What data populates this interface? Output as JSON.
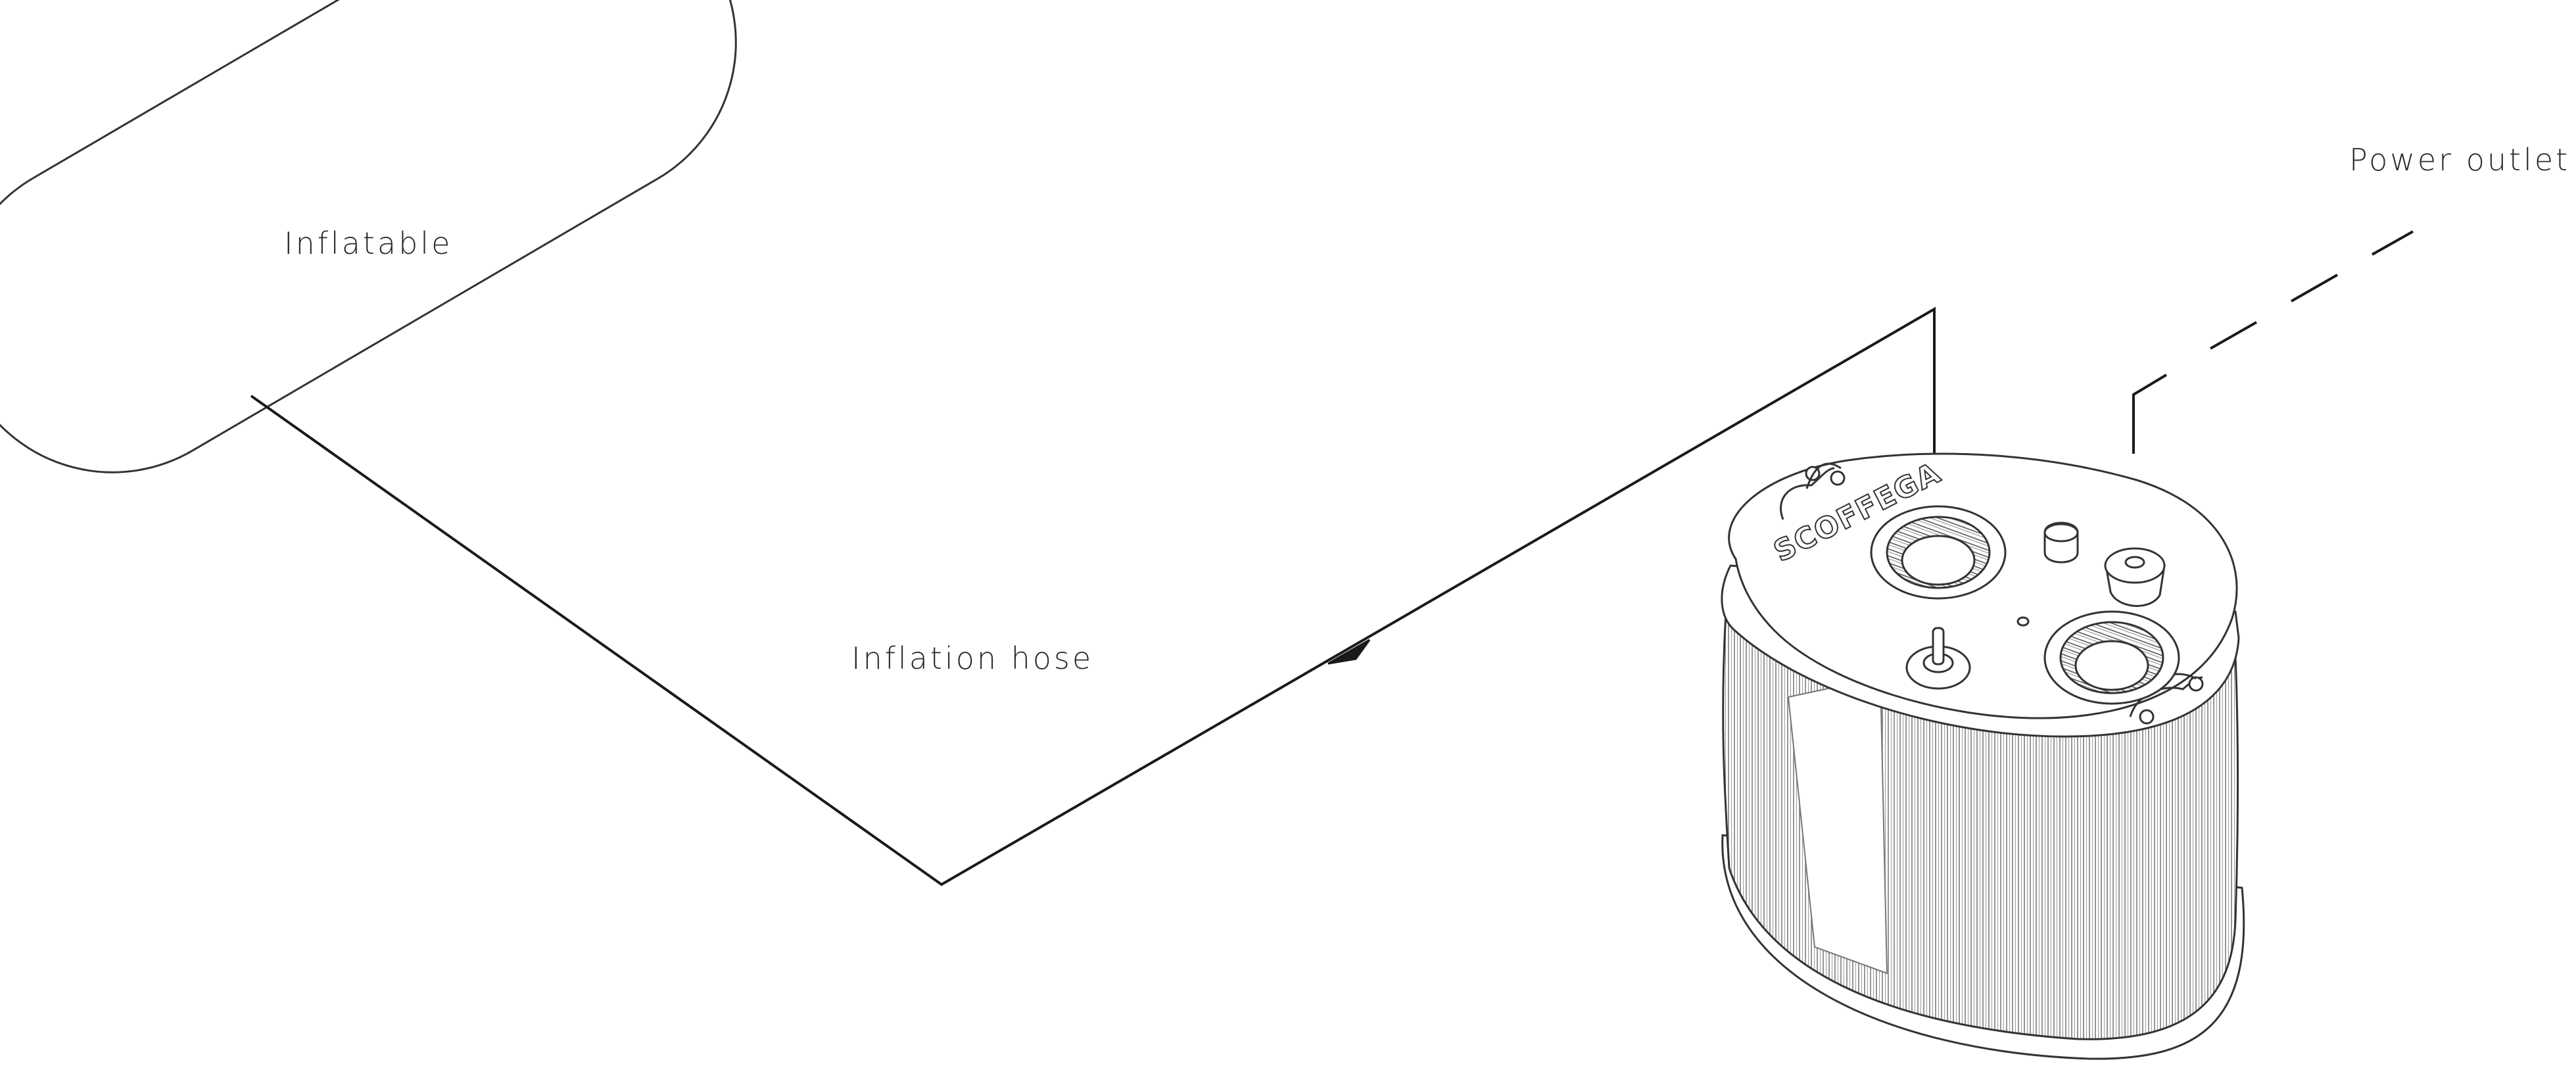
{
  "labels": {
    "inflatable": "Inflatable",
    "inflation_hose": "Inflation hose",
    "power_outlet": "Power outlet"
  },
  "device": {
    "brand_text": "SCOFFEGA"
  },
  "colors": {
    "line": "#1a1a1a",
    "outline": "#333333",
    "fill": "#ffffff"
  }
}
